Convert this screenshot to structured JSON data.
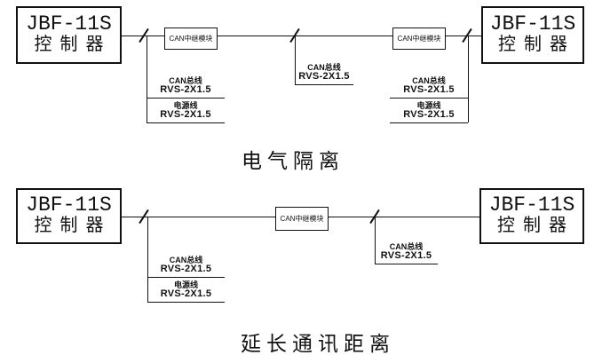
{
  "colors": {
    "line": "#111111",
    "background": "#ffffff",
    "text": "#111111"
  },
  "diagram1": {
    "caption": "电气隔离",
    "controllers": {
      "left": {
        "line1": "JBF-11S",
        "line2": "控制器"
      },
      "right": {
        "line1": "JBF-11S",
        "line2": "控制器"
      }
    },
    "repeaters": {
      "left": "CAN中继模块",
      "right": "CAN中继模块"
    },
    "wire_labels": {
      "left_can": {
        "name": "CAN总线",
        "spec": "RVS-2X1.5"
      },
      "left_power": {
        "name": "电源线",
        "spec": "RVS-2X1.5"
      },
      "middle_can": {
        "name": "CAN总线",
        "spec": "RVS-2X1.5"
      },
      "right_can": {
        "name": "CAN总线",
        "spec": "RVS-2X1.5"
      },
      "right_power": {
        "name": "电源线",
        "spec": "RVS-2X1.5"
      }
    }
  },
  "diagram2": {
    "caption": "延长通讯距离",
    "controllers": {
      "left": {
        "line1": "JBF-11S",
        "line2": "控制器"
      },
      "right": {
        "line1": "JBF-11S",
        "line2": "控制器"
      }
    },
    "repeaters": {
      "middle": "CAN中继模块"
    },
    "wire_labels": {
      "left_can": {
        "name": "CAN总线",
        "spec": "RVS-2X1.5"
      },
      "left_power": {
        "name": "电源线",
        "spec": "RVS-2X1.5"
      },
      "right_can": {
        "name": "CAN总线",
        "spec": "RVS-2X1.5"
      }
    }
  }
}
